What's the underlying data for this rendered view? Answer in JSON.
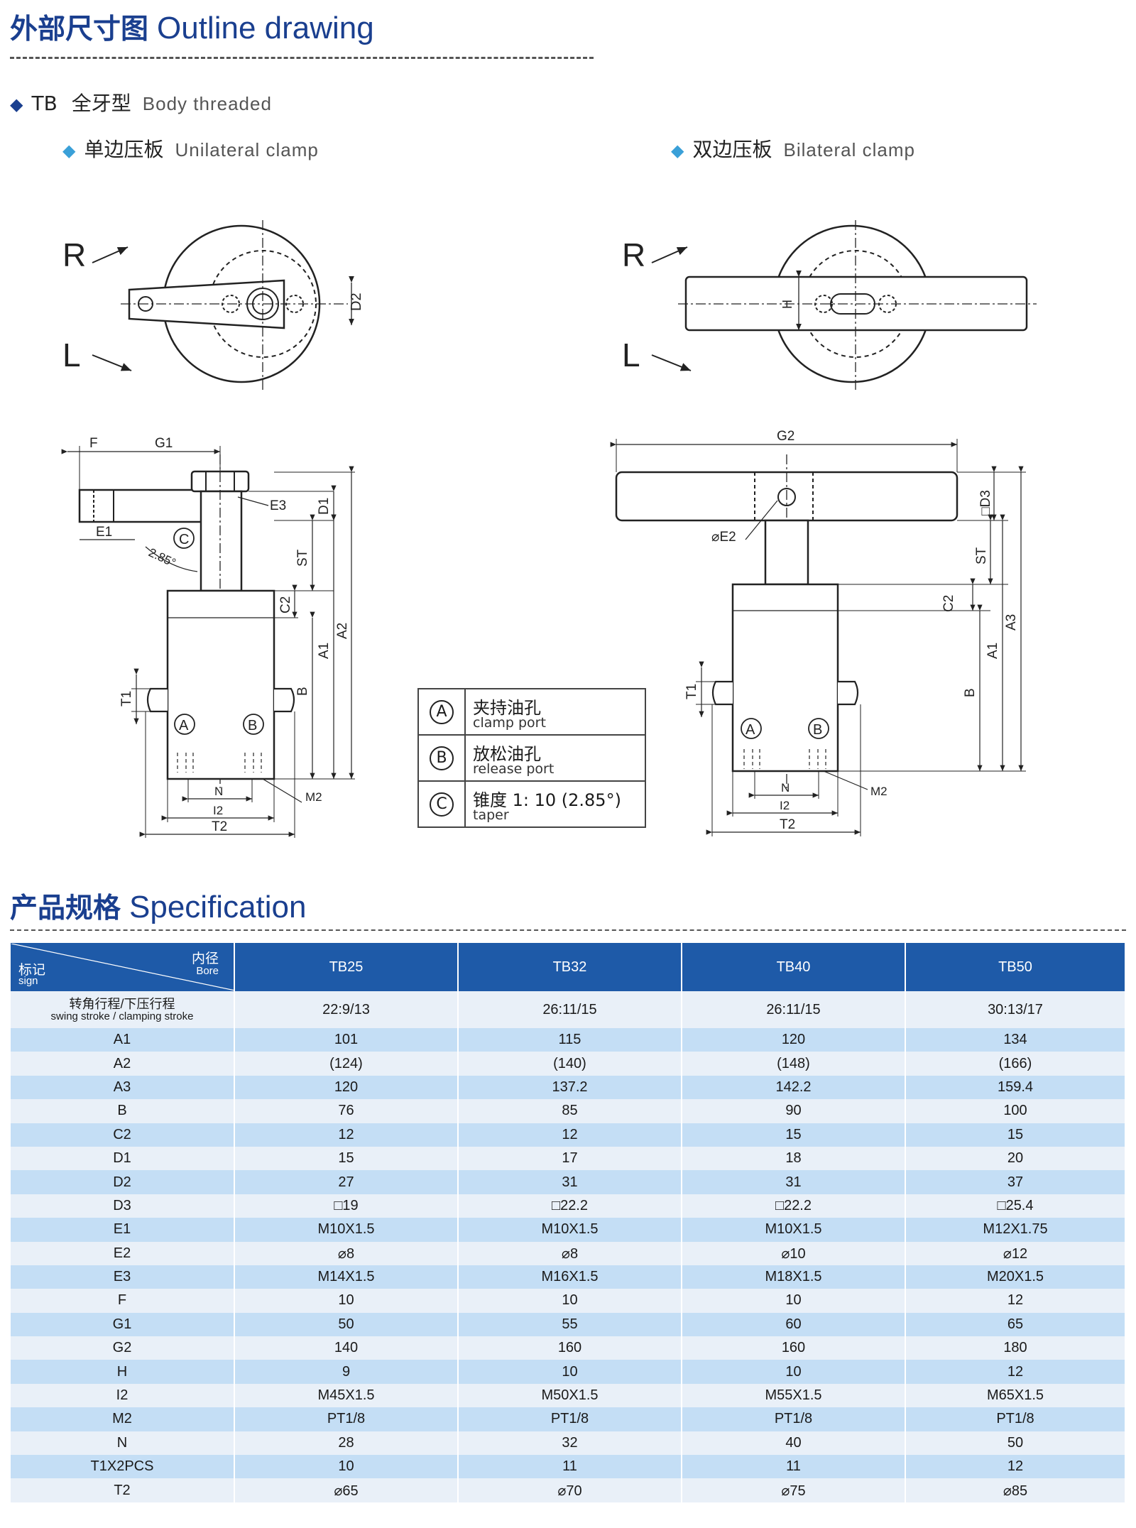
{
  "outline": {
    "title_cn": "外部尺寸图",
    "title_en": "Outline drawing",
    "model_code": "TB",
    "model_cn": "全牙型",
    "model_en": "Body threaded",
    "left_cn": "单边压板",
    "left_en": "Unilateral clamp",
    "right_cn": "双边压板",
    "right_en": "Bilateral clamp"
  },
  "drawing_labels": {
    "R": "R",
    "L": "L",
    "D2": "D2",
    "H": "H",
    "F": "F",
    "G1": "G1",
    "G2": "G2",
    "E1": "E1",
    "E2": "⌀E2",
    "E3": "E3",
    "D1": "D1",
    "D3": "□D3",
    "ST": "ST",
    "C2": "C2",
    "A1": "A1",
    "A2": "A2",
    "A3": "A3",
    "B": "B",
    "T1": "T1",
    "N": "N",
    "I2": "I2",
    "T2": "T2",
    "M2": "M2",
    "angle": "2.85°",
    "A": "A",
    "Bport": "B",
    "C": "C"
  },
  "legend": [
    {
      "symbol": "A",
      "cn": "夹持油孔",
      "en": "clamp port"
    },
    {
      "symbol": "B",
      "cn": "放松油孔",
      "en": "release port"
    },
    {
      "symbol": "C",
      "cn": "锥度 1: 10 (2.85°)",
      "en": "taper"
    }
  ],
  "spec": {
    "title_cn": "产品规格",
    "title_en": "Specification",
    "corner_sign_cn": "标记",
    "corner_sign_en": "sign",
    "corner_bore_cn": "内径",
    "corner_bore_en": "Bore",
    "columns": [
      "TB25",
      "TB32",
      "TB40",
      "TB50"
    ],
    "stroke_row": {
      "label_cn": "转角行程/下压行程",
      "label_en": "swing stroke / clamping stroke",
      "values": [
        "22:9/13",
        "26:11/15",
        "26:11/15",
        "30:13/17"
      ]
    },
    "rows": [
      {
        "label": "A1",
        "values": [
          "101",
          "115",
          "120",
          "134"
        ]
      },
      {
        "label": "A2",
        "values": [
          "(124)",
          "(140)",
          "(148)",
          "(166)"
        ]
      },
      {
        "label": "A3",
        "values": [
          "120",
          "137.2",
          "142.2",
          "159.4"
        ]
      },
      {
        "label": "B",
        "values": [
          "76",
          "85",
          "90",
          "100"
        ]
      },
      {
        "label": "C2",
        "values": [
          "12",
          "12",
          "15",
          "15"
        ]
      },
      {
        "label": "D1",
        "values": [
          "15",
          "17",
          "18",
          "20"
        ]
      },
      {
        "label": "D2",
        "values": [
          "27",
          "31",
          "31",
          "37"
        ]
      },
      {
        "label": "D3",
        "values": [
          "□19",
          "□22.2",
          "□22.2",
          "□25.4"
        ]
      },
      {
        "label": "E1",
        "values": [
          "M10X1.5",
          "M10X1.5",
          "M10X1.5",
          "M12X1.75"
        ]
      },
      {
        "label": "E2",
        "values": [
          "⌀8",
          "⌀8",
          "⌀10",
          "⌀12"
        ]
      },
      {
        "label": "E3",
        "values": [
          "M14X1.5",
          "M16X1.5",
          "M18X1.5",
          "M20X1.5"
        ]
      },
      {
        "label": "F",
        "values": [
          "10",
          "10",
          "10",
          "12"
        ]
      },
      {
        "label": "G1",
        "values": [
          "50",
          "55",
          "60",
          "65"
        ]
      },
      {
        "label": "G2",
        "values": [
          "140",
          "160",
          "160",
          "180"
        ]
      },
      {
        "label": "H",
        "values": [
          "9",
          "10",
          "10",
          "12"
        ]
      },
      {
        "label": "I2",
        "values": [
          "M45X1.5",
          "M50X1.5",
          "M55X1.5",
          "M65X1.5"
        ]
      },
      {
        "label": "M2",
        "values": [
          "PT1/8",
          "PT1/8",
          "PT1/8",
          "PT1/8"
        ]
      },
      {
        "label": "N",
        "values": [
          "28",
          "32",
          "40",
          "50"
        ]
      },
      {
        "label": "T1X2PCS",
        "values": [
          "10",
          "11",
          "11",
          "12"
        ]
      },
      {
        "label": "T2",
        "values": [
          "⌀65",
          "⌀70",
          "⌀75",
          "⌀85"
        ]
      }
    ]
  }
}
